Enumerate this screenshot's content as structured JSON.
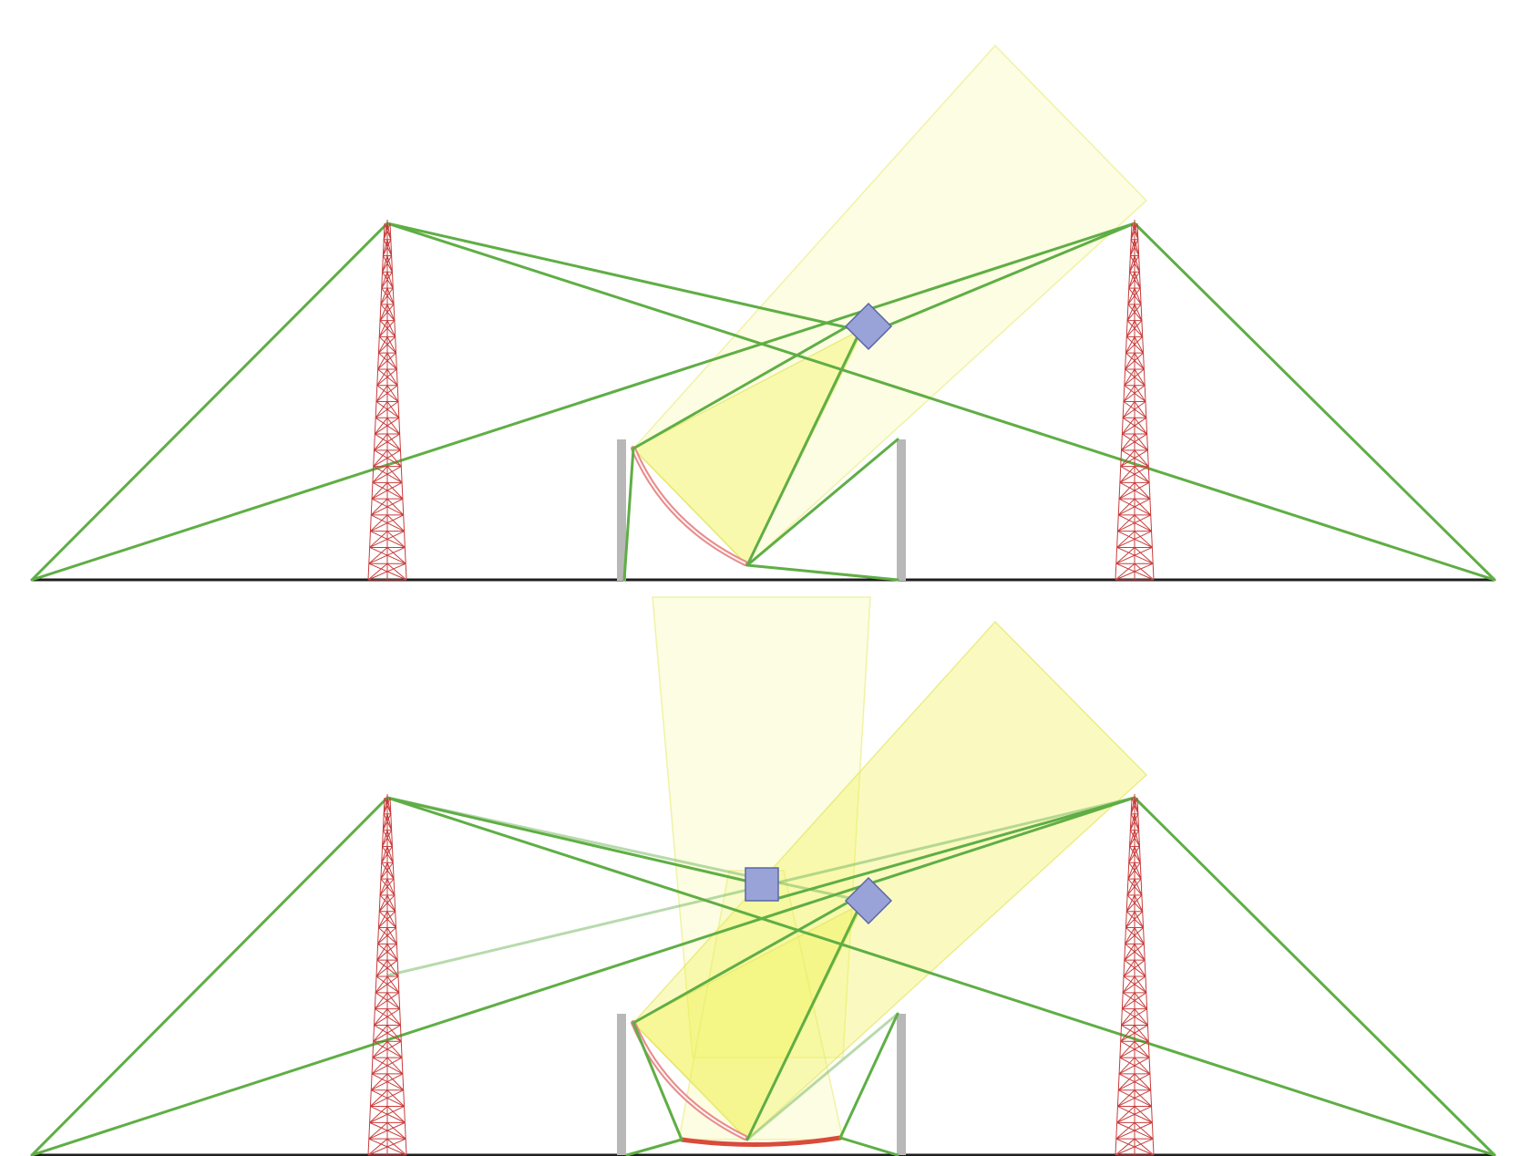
{
  "colors": {
    "cable": "#5fae45",
    "tower": "#c83c3c",
    "beam": "#f3f57a",
    "reflector": "#e88a8a",
    "secondary_reflector": "#9aa3d8",
    "wall": "#b8b8b8",
    "ground": "#1f1f1f"
  },
  "panels": [
    {
      "id": "top",
      "secondary_reflectors": 1,
      "beams": 1,
      "primary_surfaces": 1
    },
    {
      "id": "bottom",
      "secondary_reflectors": 2,
      "beams": 2,
      "primary_surfaces": 2
    }
  ]
}
